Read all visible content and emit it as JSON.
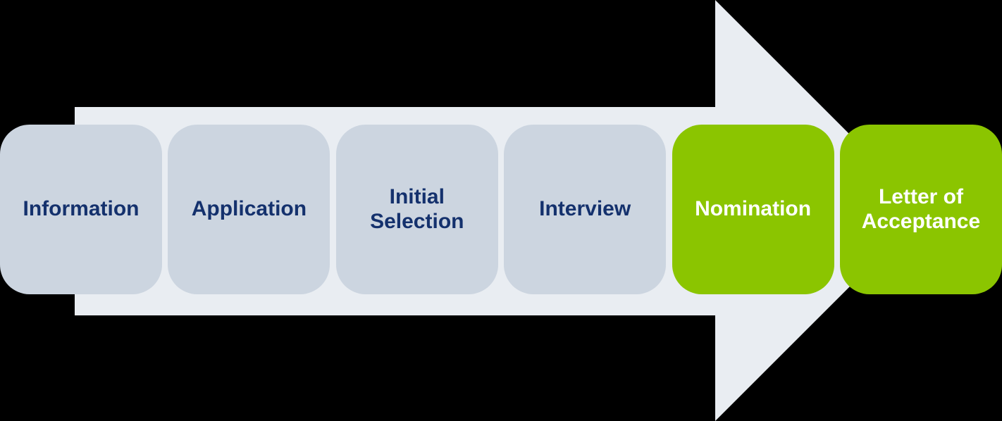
{
  "diagram": {
    "type": "process-flow-arrow",
    "direction": "right",
    "steps": [
      {
        "label": "Information",
        "variant": "gray"
      },
      {
        "label": "Application",
        "variant": "gray"
      },
      {
        "label": "Initial Selection",
        "variant": "gray"
      },
      {
        "label": "Interview",
        "variant": "gray"
      },
      {
        "label": "Nomination",
        "variant": "green"
      },
      {
        "label": "Letter of Acceptance",
        "variant": "green"
      }
    ],
    "colors": {
      "background": "#000000",
      "arrow": "#e9edf2",
      "step_default_bg": "#ccd5e0",
      "step_default_text": "#14316d",
      "step_highlight_bg": "#8bc500",
      "step_highlight_text": "#ffffff"
    }
  }
}
